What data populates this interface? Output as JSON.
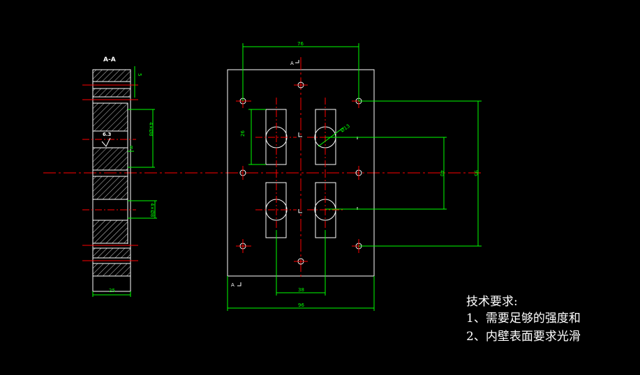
{
  "section": {
    "label": "A-A",
    "marker_left": "A",
    "marker_right": "A",
    "roughness": "6.3"
  },
  "dims": {
    "top_width": "76",
    "bottom_width": "96",
    "slot_spacing": "38",
    "right_inner": "40",
    "right_outer": "95",
    "slot_height": "26",
    "hole_dia": "Ø13",
    "side_width": "25",
    "side_top": "5",
    "side_hole": "4×Ø8",
    "side_slot": "8",
    "side_lower": "4×Ø8"
  },
  "notes": {
    "title": "技术要求:",
    "line1": "1、需要足够的强度和",
    "line2": "2、内壁表面要求光滑"
  },
  "colors": {
    "outline": "#ffffff",
    "dimension": "#00ff00",
    "center": "#ff0000"
  }
}
